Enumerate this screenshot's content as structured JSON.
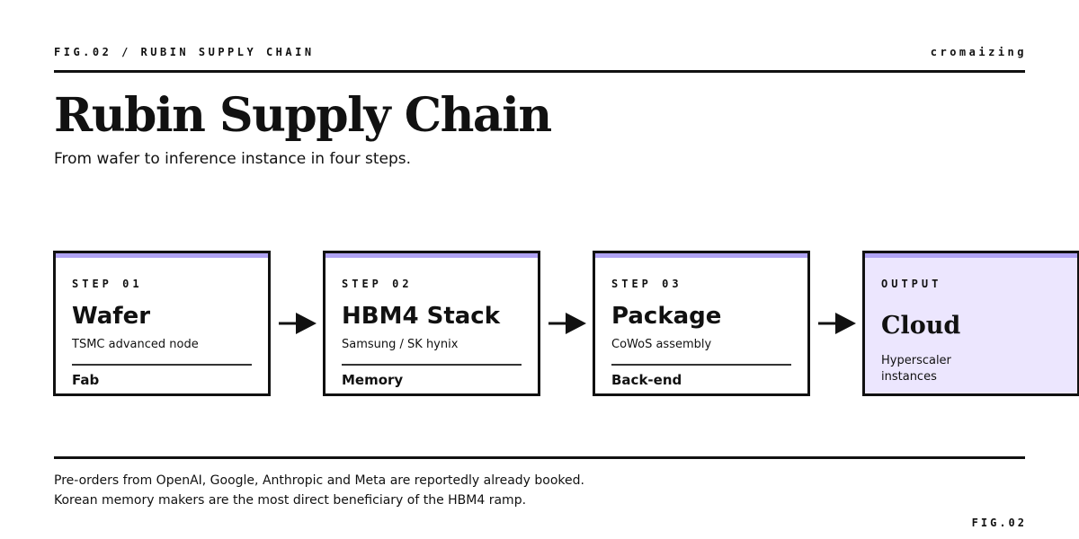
{
  "header": {
    "fig_label": "FIG.02 / RUBIN SUPPLY CHAIN",
    "brand": "cromaizing"
  },
  "title": "Rubin Supply Chain",
  "subtitle": "From wafer to inference instance in four steps.",
  "steps": [
    {
      "step": "STEP 01",
      "name": "Wafer",
      "desc": "TSMC advanced node",
      "tag": "Fab"
    },
    {
      "step": "STEP 02",
      "name": "HBM4 Stack",
      "desc": "Samsung / SK hynix",
      "tag": "Memory"
    },
    {
      "step": "STEP 03",
      "name": "Package",
      "desc": "CoWoS assembly",
      "tag": "Back-end"
    }
  ],
  "output": {
    "step": "OUTPUT",
    "name": "Cloud",
    "desc": "Hyperscaler instances"
  },
  "notes": [
    "Pre-orders from OpenAI, Google, Anthropic and Meta are reportedly already booked.",
    "Korean memory makers are the most direct beneficiary of the HBM4 ramp."
  ],
  "footer": {
    "fig": "FIG.02"
  },
  "colors": {
    "ink": "#111111",
    "accent_bar": "#b0a3f4",
    "output_fill": "#ece6fe"
  }
}
